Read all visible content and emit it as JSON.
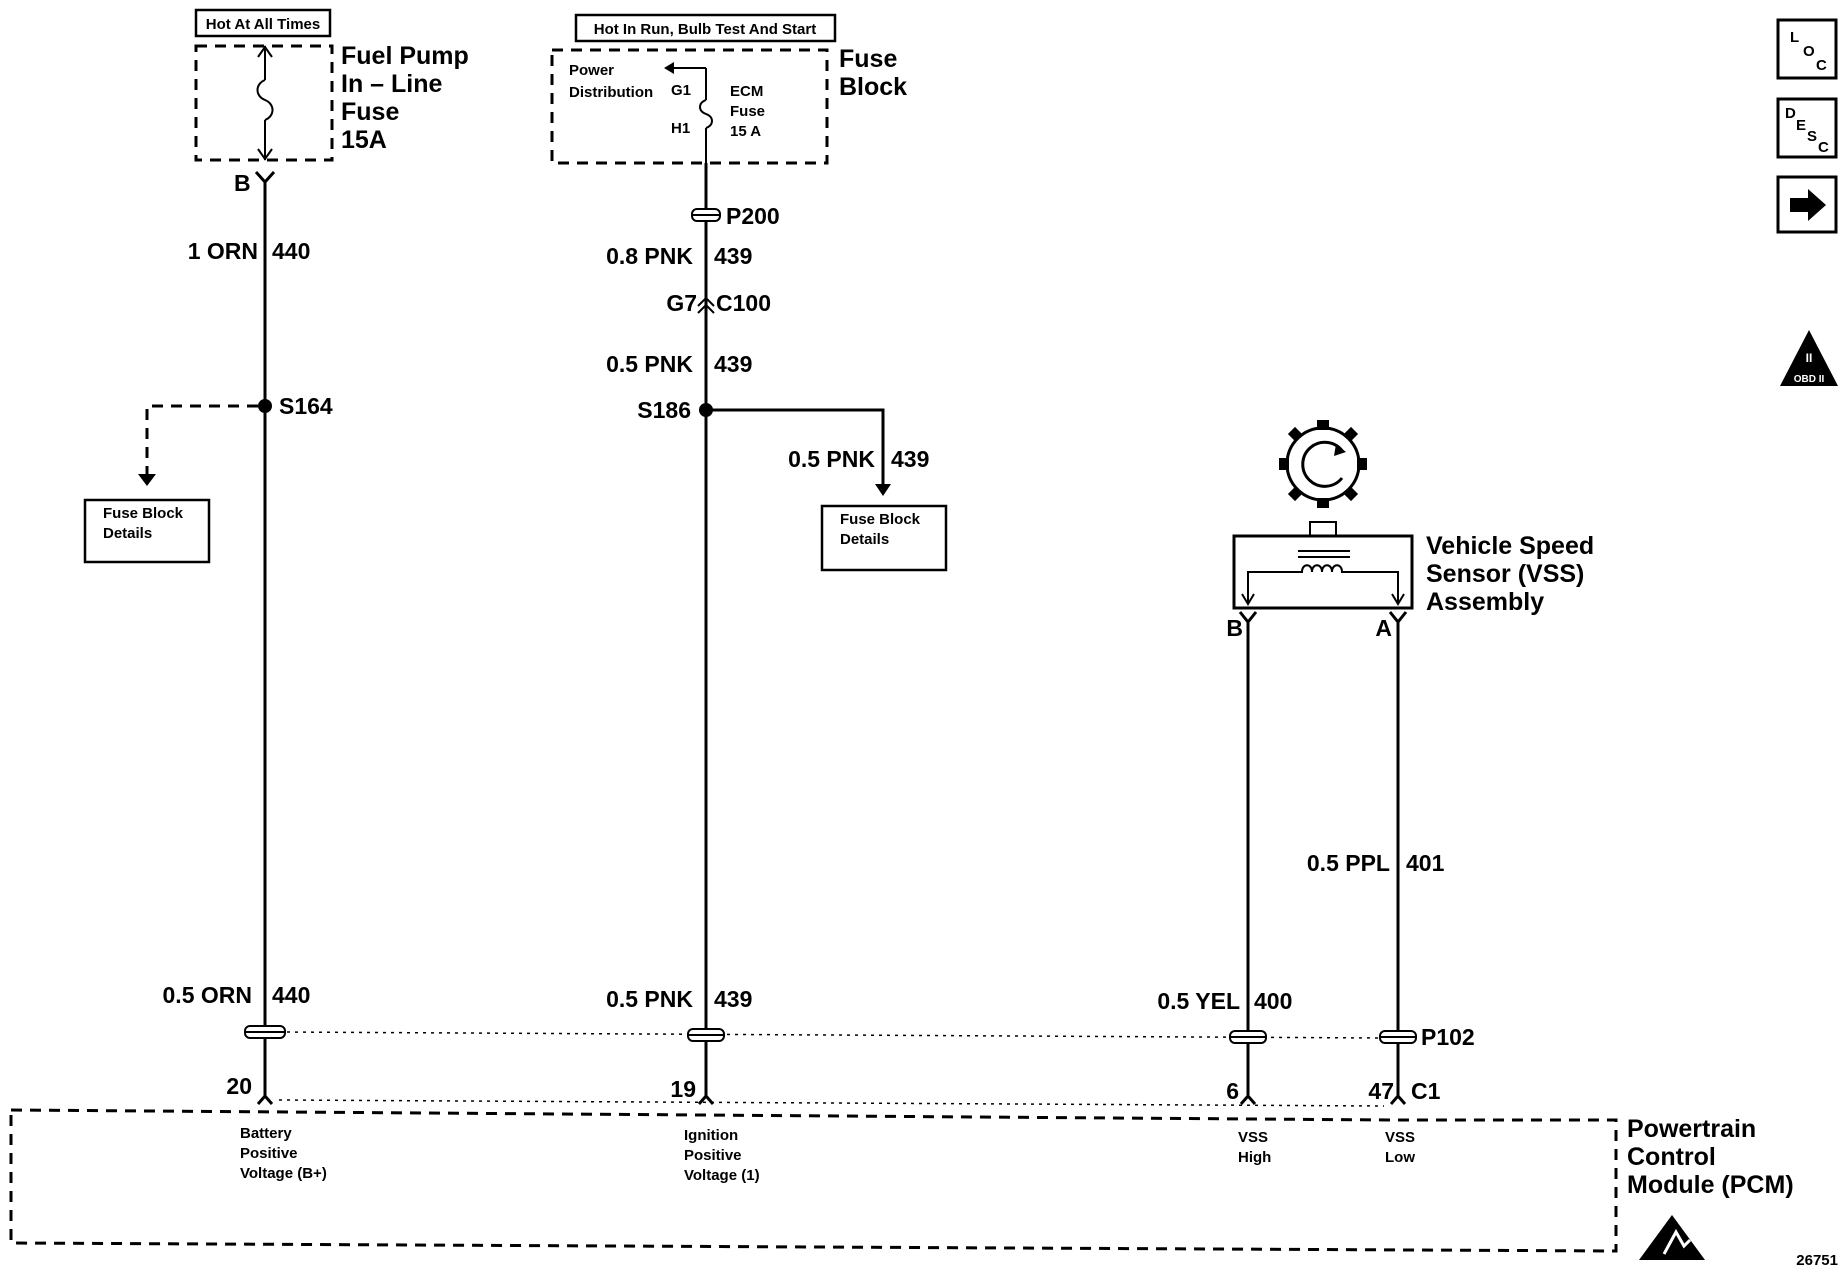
{
  "fuel_pump_fuse": {
    "header": "Hot At All Times",
    "name": [
      "Fuel Pump",
      "In – Line",
      "Fuse",
      "15A"
    ],
    "pin": "B"
  },
  "fuse_block": {
    "header": "Hot In Run, Bulb Test And Start",
    "name": [
      "Fuse",
      "Block"
    ],
    "power_distribution": [
      "Power",
      "Distribution"
    ],
    "pin_top": "G1",
    "pin_bottom": "H1",
    "fuse_label": [
      "ECM",
      "Fuse",
      "15 A"
    ]
  },
  "connectors": {
    "p200": "P200",
    "c100_pin": "G7",
    "c100": "C100",
    "p102": "P102",
    "c1": "C1"
  },
  "splices": {
    "s164": "S164",
    "s186": "S186"
  },
  "wires": {
    "w440_top": {
      "gauge_color": "1 ORN",
      "circuit": "440"
    },
    "w439_a": {
      "gauge_color": "0.8 PNK",
      "circuit": "439"
    },
    "w439_b": {
      "gauge_color": "0.5 PNK",
      "circuit": "439"
    },
    "w439_branch": {
      "gauge_color": "0.5 PNK",
      "circuit": "439"
    },
    "w401": {
      "gauge_color": "0.5 PPL",
      "circuit": "401"
    },
    "w440_bottom": {
      "gauge_color": "0.5 ORN",
      "circuit": "440"
    },
    "w439_bottom": {
      "gauge_color": "0.5 PNK",
      "circuit": "439"
    },
    "w400": {
      "gauge_color": "0.5 YEL",
      "circuit": "400"
    }
  },
  "fuse_block_details": {
    "left": [
      "Fuse Block",
      "Details"
    ],
    "right": [
      "Fuse Block",
      "Details"
    ]
  },
  "vss": {
    "name": [
      "Vehicle Speed",
      "Sensor (VSS)",
      "Assembly"
    ],
    "pin_b": "B",
    "pin_a": "A"
  },
  "pcm": {
    "name": [
      "Powertrain",
      "Control",
      "Module (PCM)"
    ],
    "pins": [
      {
        "number": "20",
        "label": [
          "Battery",
          "Positive",
          "Voltage (B+)"
        ]
      },
      {
        "number": "19",
        "label": [
          "Ignition",
          "Positive",
          "Voltage (1)"
        ]
      },
      {
        "number": "6",
        "label": [
          "VSS",
          "High"
        ]
      },
      {
        "number": "47",
        "label": [
          "VSS",
          "Low"
        ]
      }
    ]
  },
  "side_icons": {
    "loc": [
      "L",
      "O",
      "C"
    ],
    "desc": [
      "D",
      "E",
      "S",
      "C"
    ],
    "next": "arrow-right-icon",
    "obd": [
      "II",
      "OBD II"
    ],
    "esd": "esd-warning-icon"
  },
  "figure_number": "26751"
}
